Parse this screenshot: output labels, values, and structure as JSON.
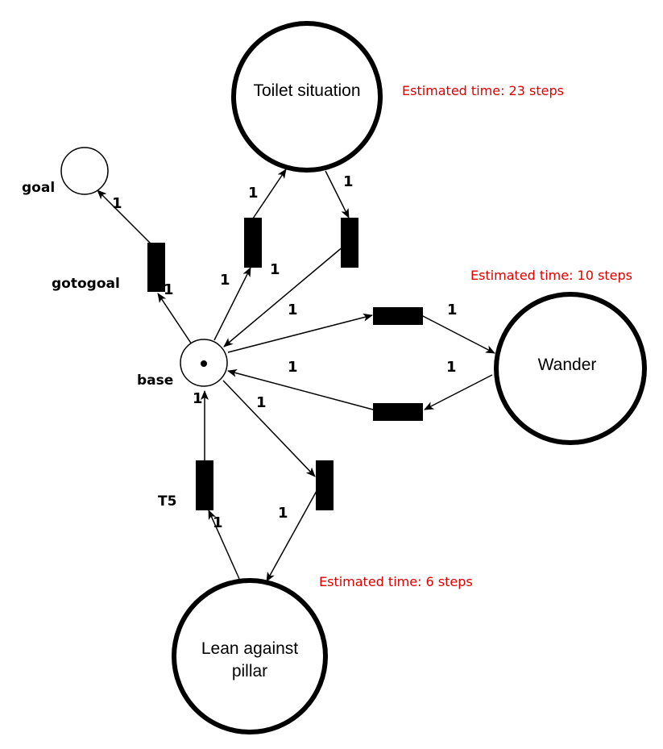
{
  "places": {
    "toilet": {
      "label": "Toilet situation"
    },
    "wander": {
      "label": "Wander"
    },
    "lean": {
      "line1": "Lean against",
      "line2": "pillar"
    },
    "goal": {
      "label": "goal"
    },
    "base": {
      "label": "base"
    }
  },
  "transitions": {
    "gotogoal": {
      "label": "gotogoal"
    },
    "t5": {
      "label": "T5"
    }
  },
  "estimates": {
    "toilet": "Estimated time: 23 steps",
    "wander": "Estimated time: 10 steps",
    "lean": "Estimated time: 6 steps"
  },
  "arc_weight": "1",
  "colors": {
    "estimate": "#e00000"
  }
}
